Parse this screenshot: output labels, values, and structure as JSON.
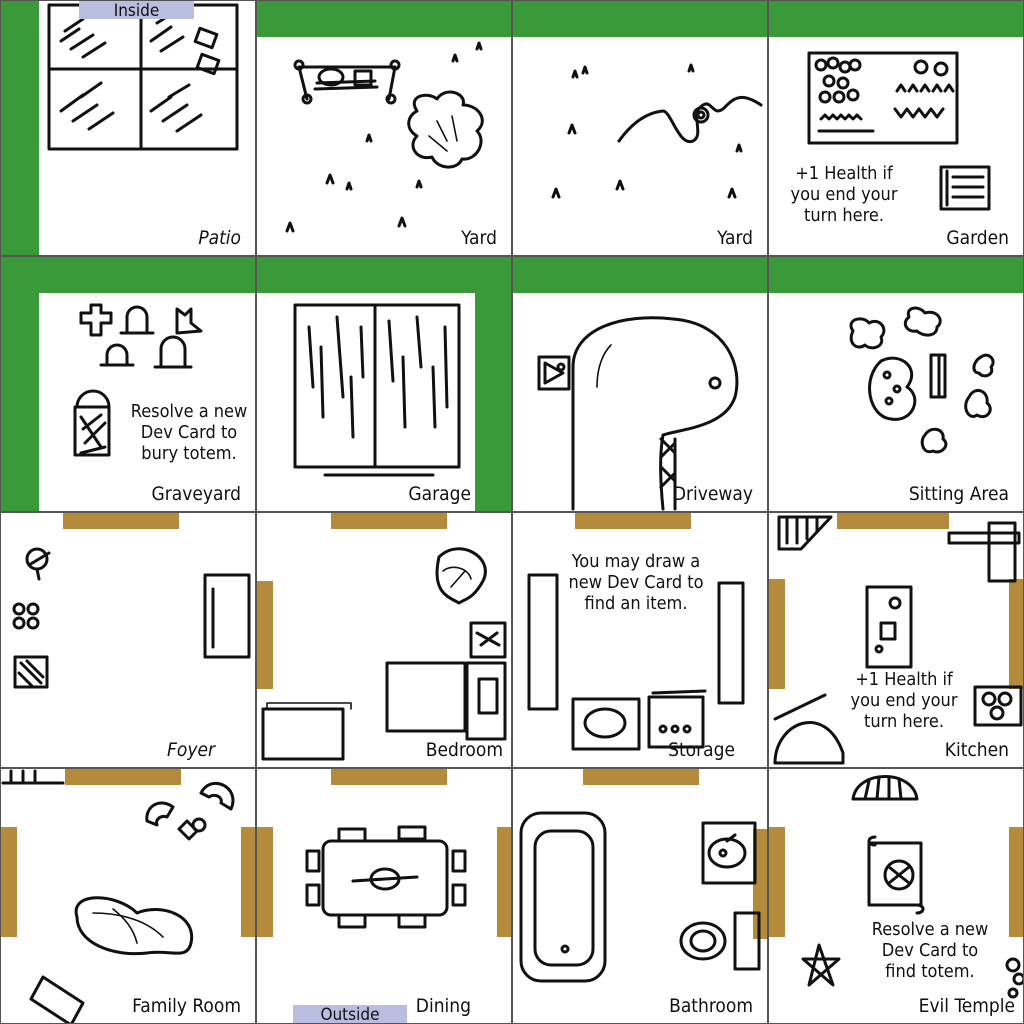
{
  "markers": {
    "inside": "Inside",
    "outside": "Outside"
  },
  "colors": {
    "grass": "#3a9a3a",
    "door": "#b38b3a",
    "marker": "#b9bde0"
  },
  "tiles": [
    {
      "name": "Patio"
    },
    {
      "name": "Yard"
    },
    {
      "name": "Yard"
    },
    {
      "name": "Garden",
      "ability": [
        "+1 Health if",
        "you end your",
        "turn here."
      ]
    },
    {
      "name": "Graveyard",
      "ability": [
        "Resolve a new",
        "Dev Card to",
        "bury totem."
      ]
    },
    {
      "name": "Garage"
    },
    {
      "name": "Driveway"
    },
    {
      "name": "Sitting Area"
    },
    {
      "name": "Foyer"
    },
    {
      "name": "Bedroom"
    },
    {
      "name": "Storage",
      "ability": [
        "You may draw a",
        "new Dev Card to",
        "find an item."
      ]
    },
    {
      "name": "Kitchen",
      "ability": [
        "+1 Health if",
        "you end your",
        "turn here."
      ]
    },
    {
      "name": "Family Room"
    },
    {
      "name": "Dining"
    },
    {
      "name": "Bathroom"
    },
    {
      "name": "Evil Temple",
      "ability": [
        "Resolve a new",
        "Dev Card to",
        "find totem."
      ]
    }
  ]
}
